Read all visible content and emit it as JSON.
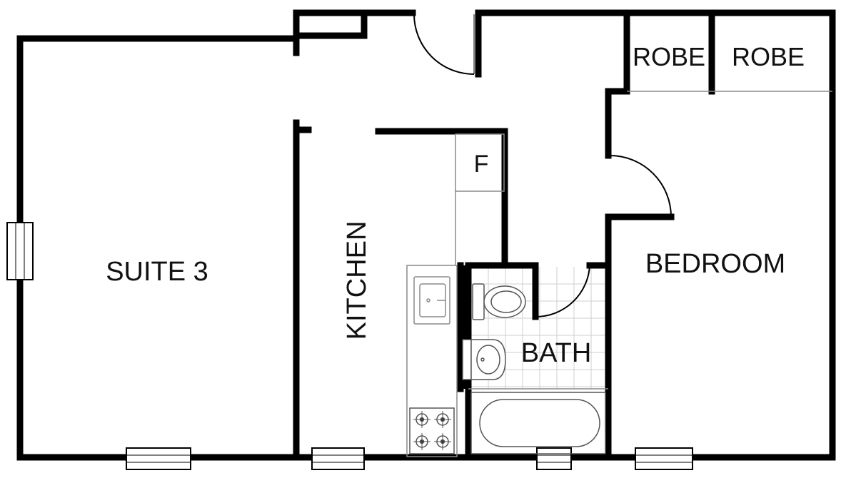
{
  "rooms": {
    "suite": "SUITE 3",
    "kitchen": "KITCHEN",
    "fridge": "F",
    "bath": "BATH",
    "bedroom": "BEDROOM",
    "robe_left": "ROBE",
    "robe_right": "ROBE"
  },
  "colors": {
    "wall": "#000000",
    "fixture_line": "#8a8a8a",
    "tile_line": "#cfcfcf",
    "background": "#ffffff"
  }
}
